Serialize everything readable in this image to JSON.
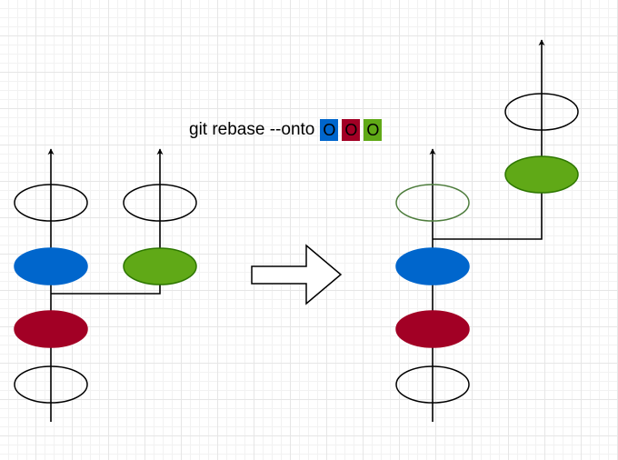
{
  "caption": {
    "command": "git rebase --onto",
    "chips": [
      {
        "label": "O",
        "color": "#0066cc"
      },
      {
        "label": "O",
        "color": "#a20025"
      },
      {
        "label": "O",
        "color": "#60a917"
      }
    ]
  },
  "colors": {
    "blue_commit": "#0066cc",
    "red_commit": "#a20025",
    "green_commit": "#60a917",
    "faded_commit_stroke": "#4d7c3c",
    "line": "#000000",
    "empty_commit_fill": "#ffffff"
  },
  "diagrams": {
    "before": {
      "main_branch": [
        "empty",
        "red",
        "blue",
        "empty"
      ],
      "feature_branch": [
        "green",
        "empty"
      ]
    },
    "after": {
      "main_branch": [
        "empty",
        "red",
        "blue",
        "empty-faded"
      ],
      "rebased_branch": [
        "green",
        "empty"
      ]
    },
    "transition": "right-arrow"
  }
}
